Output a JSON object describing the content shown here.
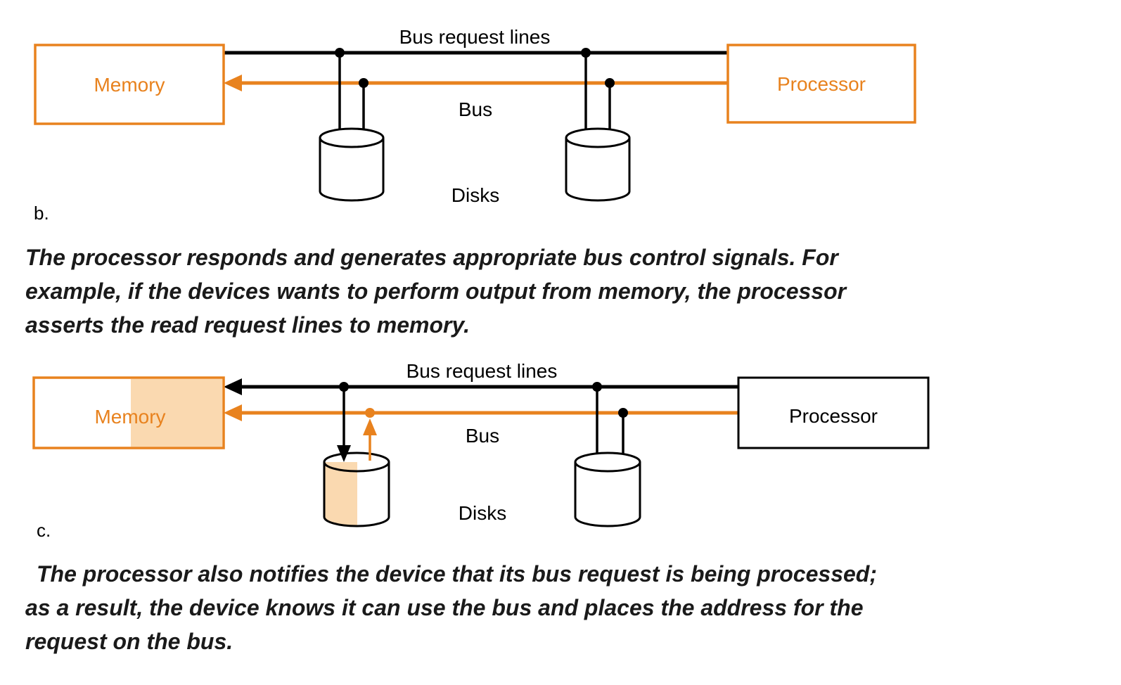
{
  "colors": {
    "orange": "#E8821E",
    "light_orange": "#FAD9B0",
    "text": "#1a1a1a"
  },
  "diagram_b": {
    "section_label": "b.",
    "bus_request_lines_label": "Bus request lines",
    "bus_label": "Bus",
    "disks_label": "Disks",
    "memory_box": "Memory",
    "processor_box": "Processor"
  },
  "paragraph_b": {
    "lines": [
      "The processor responds and generates appropriate bus control signals. For",
      "example, if the devices wants to perform output from memory, the processor",
      "asserts the read request lines to memory."
    ]
  },
  "diagram_c": {
    "section_label": "c.",
    "bus_request_lines_label": "Bus request lines",
    "bus_label": "Bus",
    "disks_label": "Disks",
    "memory_box": "Memory",
    "processor_box": "Processor"
  },
  "paragraph_c": {
    "lines": [
      "The processor also notifies the device that its bus request is being processed;",
      "as a result, the device knows it can use the bus and places the address for the",
      "request on the bus."
    ]
  }
}
